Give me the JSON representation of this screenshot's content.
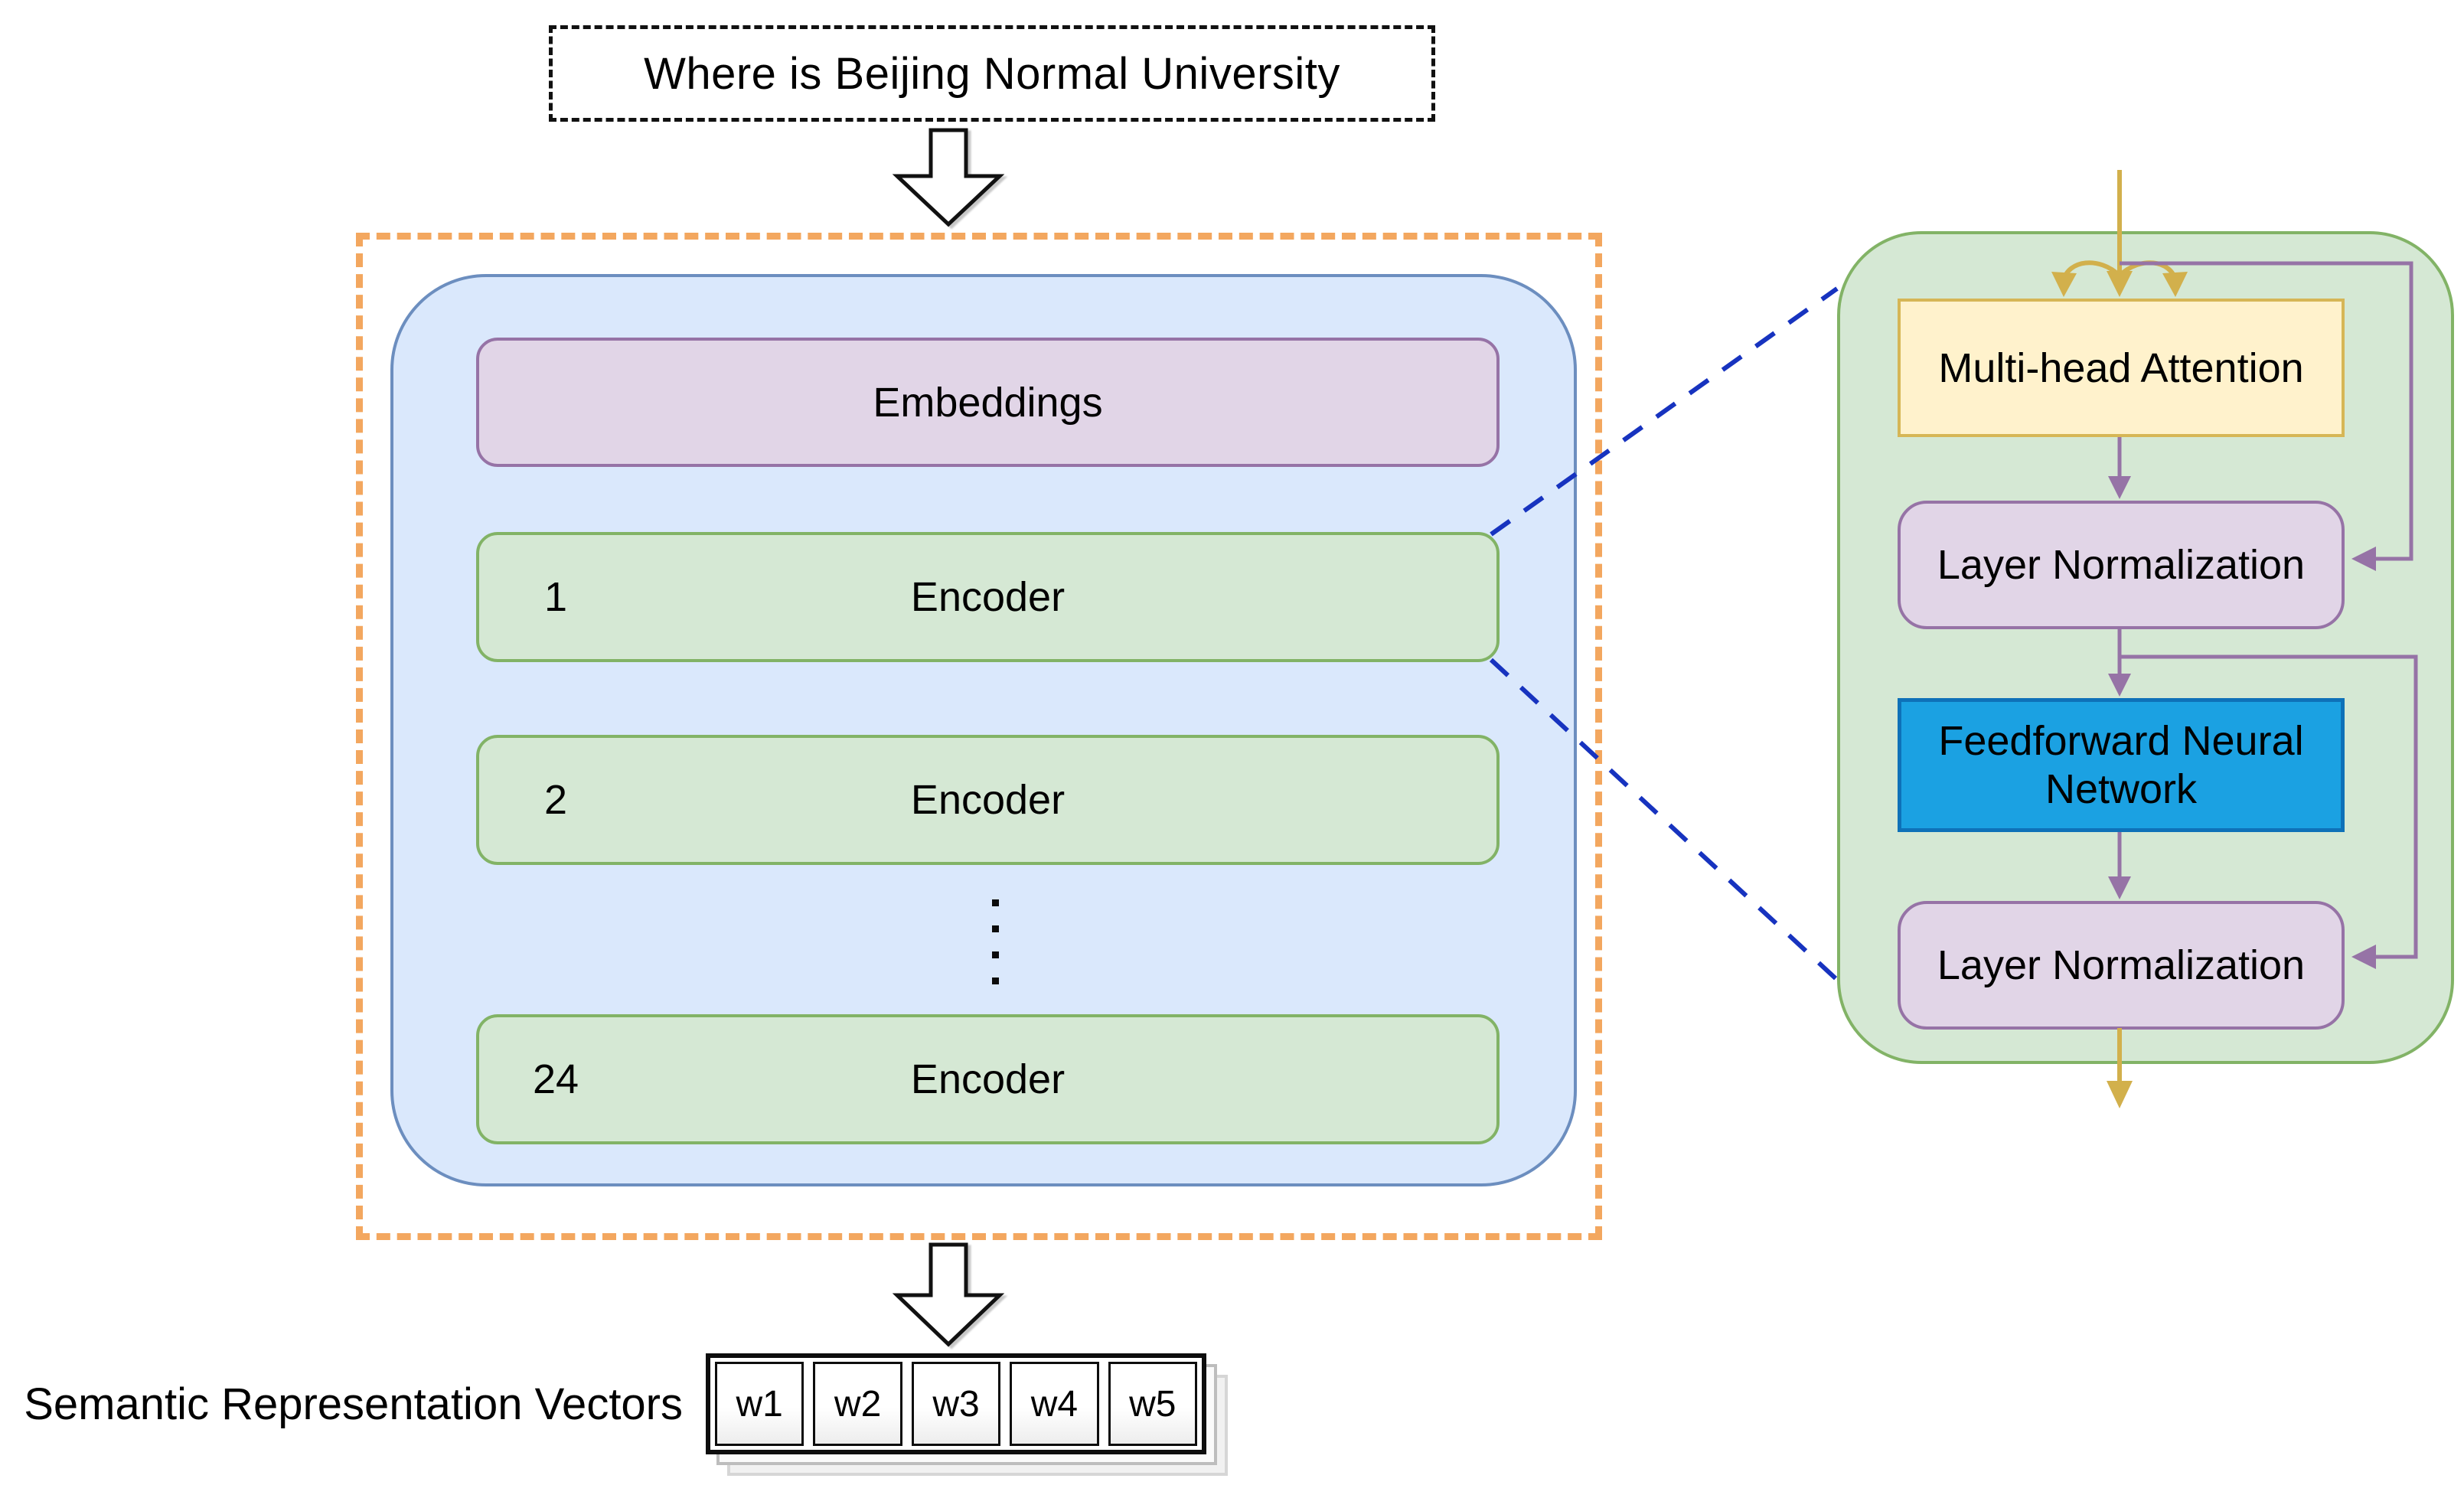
{
  "input": {
    "question": "Where is Beijing Normal University"
  },
  "model": {
    "embeddings_label": "Embeddings",
    "encoder_rows": [
      {
        "index": "1",
        "label": "Encoder"
      },
      {
        "index": "2",
        "label": "Encoder"
      },
      {
        "index": "24",
        "label": "Encoder"
      }
    ]
  },
  "encoder_detail": {
    "multi_head_attention": "Multi-head Attention",
    "layer_norm_1": "Layer Normalization",
    "feedforward": "Feedforward Neural Network",
    "layer_norm_2": "Layer Normalization"
  },
  "output": {
    "label": "Semantic Representation Vectors",
    "vectors": [
      "w1",
      "w2",
      "w3",
      "w4",
      "w5"
    ]
  },
  "colors": {
    "orange_frame": "#F3A75F",
    "blue_container_fill": "#DAE8FC",
    "blue_container_border": "#6C8EBF",
    "purple_fill": "#E1D5E7",
    "purple_border": "#9673A6",
    "green_fill": "#D5E8D4",
    "green_border": "#82B366",
    "yellow_fill": "#FFF2CC",
    "yellow_border": "#D6B656",
    "ffn_fill": "#1BA1E2",
    "ffn_border": "#0E71B8",
    "gold_arrow": "#D2B04C",
    "navy_dashed_link": "#1733BF"
  }
}
